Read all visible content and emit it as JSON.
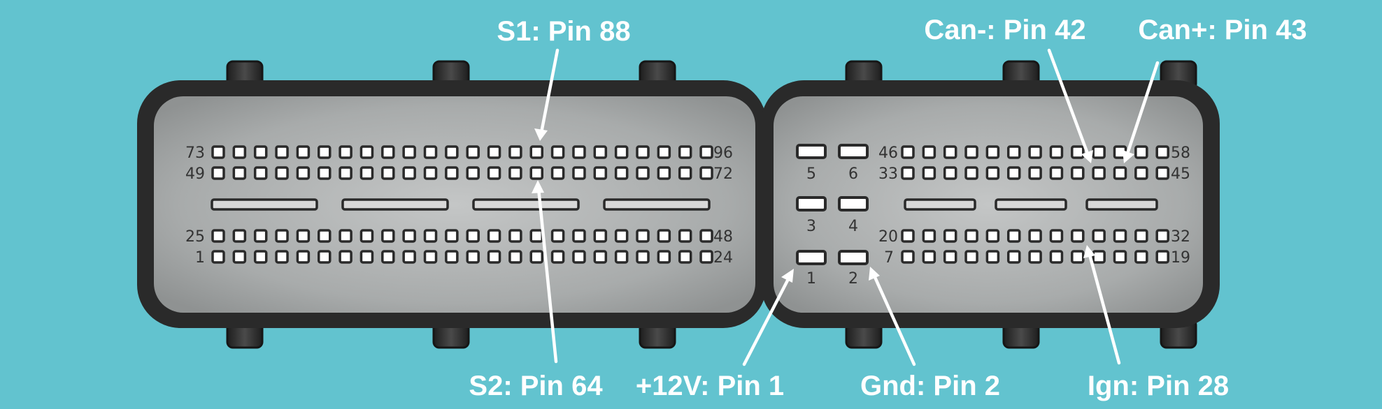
{
  "connector_a": {
    "row_labels": {
      "top_left": "73",
      "top_right": "96",
      "upper_left": "49",
      "upper_right": "72",
      "lower_left": "25",
      "lower_right": "48",
      "bottom_left": "1",
      "bottom_right": "24"
    }
  },
  "connector_b": {
    "large_pins": {
      "p1": "1",
      "p2": "2",
      "p3": "3",
      "p4": "4",
      "p5": "5",
      "p6": "6"
    },
    "row_labels": {
      "top_left": "46",
      "top_right": "58",
      "upper_left": "33",
      "upper_right": "45",
      "lower_left": "20",
      "lower_right": "32",
      "bottom_left": "7",
      "bottom_right": "19"
    }
  },
  "callouts": {
    "s1": "S1: Pin 88",
    "s2": "S2: Pin 64",
    "v12": "+12V: Pin 1",
    "gnd": "Gnd: Pin 2",
    "can_minus": "Can-: Pin 42",
    "can_plus": "Can+: Pin 43",
    "ign": "Ign: Pin 28"
  },
  "colors": {
    "background": "#62c3cf",
    "housing": "#2a2a2a",
    "face": "#b9bcbc",
    "pin_fill": "#ffffff",
    "arrow": "#ffffff"
  }
}
